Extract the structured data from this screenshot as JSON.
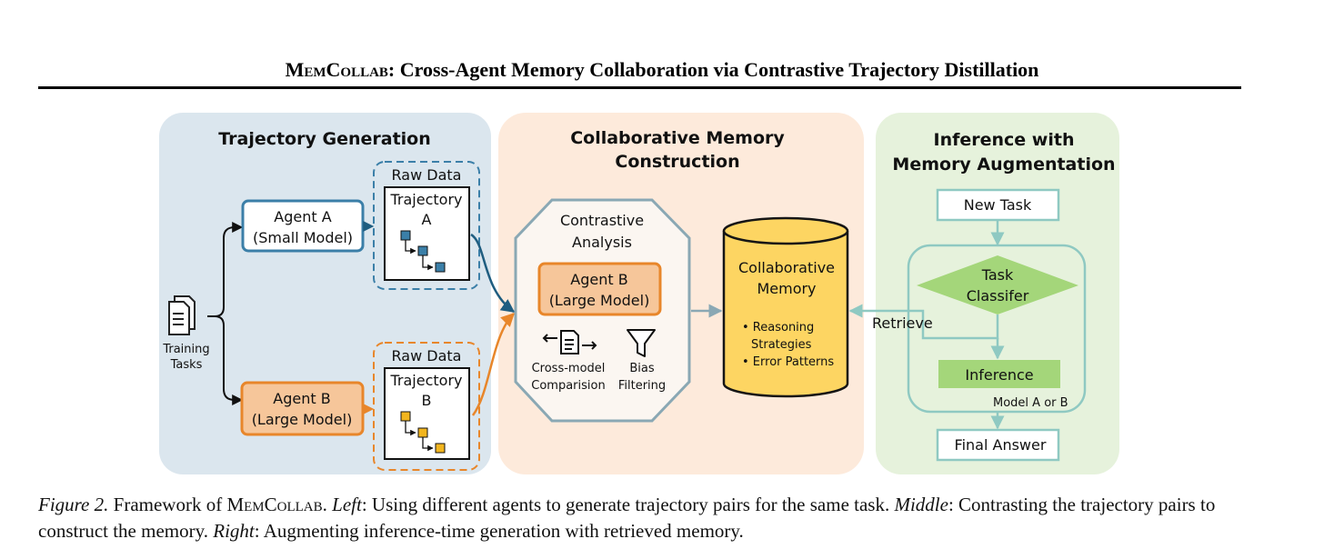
{
  "header": {
    "title_mem": "Mem",
    "title_collab": "Collab",
    "title_rest": ": Cross-Agent Memory Collaboration via Contrastive Trajectory Distillation"
  },
  "panels": {
    "left": {
      "title": "Trajectory Generation",
      "training_tasks": [
        "Training",
        "Tasks"
      ],
      "agent_a": [
        "Agent A",
        "(Small Model)"
      ],
      "agent_b": [
        "Agent B",
        "(Large Model)"
      ],
      "raw_data_a": "Raw Data",
      "raw_data_b": "Raw Data",
      "trajectory_a": [
        "Trajectory",
        "A"
      ],
      "trajectory_b": [
        "Trajectory",
        "B"
      ]
    },
    "middle": {
      "title": [
        "Collaborative Memory",
        "Construction"
      ],
      "contrastive": [
        "Contrastive",
        "Analysis"
      ],
      "agent_b": [
        "Agent B",
        "(Large Model)"
      ],
      "cross_model": [
        "Cross-model",
        "Comparision"
      ],
      "bias": [
        "Bias",
        "Filtering"
      ],
      "memory_title": [
        "Collaborative",
        "Memory"
      ],
      "memory_items": [
        "• Reasoning",
        "Strategies",
        "• Error Patterns"
      ]
    },
    "right": {
      "title": [
        "Inference with",
        "Memory Augmentation"
      ],
      "new_task": "New Task",
      "classifier": [
        "Task",
        "Classifer"
      ],
      "retrieve": "Retrieve",
      "inference": "Inference",
      "model_ab": "Model A or B",
      "final_answer": "Final Answer"
    }
  },
  "caption": {
    "fig_label": "Figure 2.",
    "text1": " Framework of ",
    "name_mem": "Mem",
    "name_collab": "Collab",
    "text2": ". ",
    "left_label": "Left",
    "left_text": ": Using different agents to generate trajectory pairs for the same task. ",
    "middle_label": "Middle",
    "middle_text": ": Contrasting the trajectory pairs to construct the memory. ",
    "right_label": "Right",
    "right_text": ": Augmenting inference-time generation with retrieved memory."
  },
  "colors": {
    "left_bg": "#dbe6ee",
    "middle_bg": "#fdeadb",
    "right_bg": "#e6f2dc",
    "agent_a_border": "#3b7fa8",
    "agent_b_fill": "#f6c69a",
    "agent_b_border": "#e8862a",
    "memory_fill": "#fdd562",
    "memory_border": "#151515",
    "flow_stroke": "#8fc9c2",
    "classifier_fill": "#a4d67a",
    "inference_fill": "#a4d67a",
    "octagon_stroke": "#8aa8b4",
    "square_a": "#3b7fa8",
    "square_b": "#f2b51e"
  },
  "icons": [
    "document-stack-icon",
    "compare-arrows-icon",
    "funnel-icon",
    "database-cylinder-icon"
  ]
}
